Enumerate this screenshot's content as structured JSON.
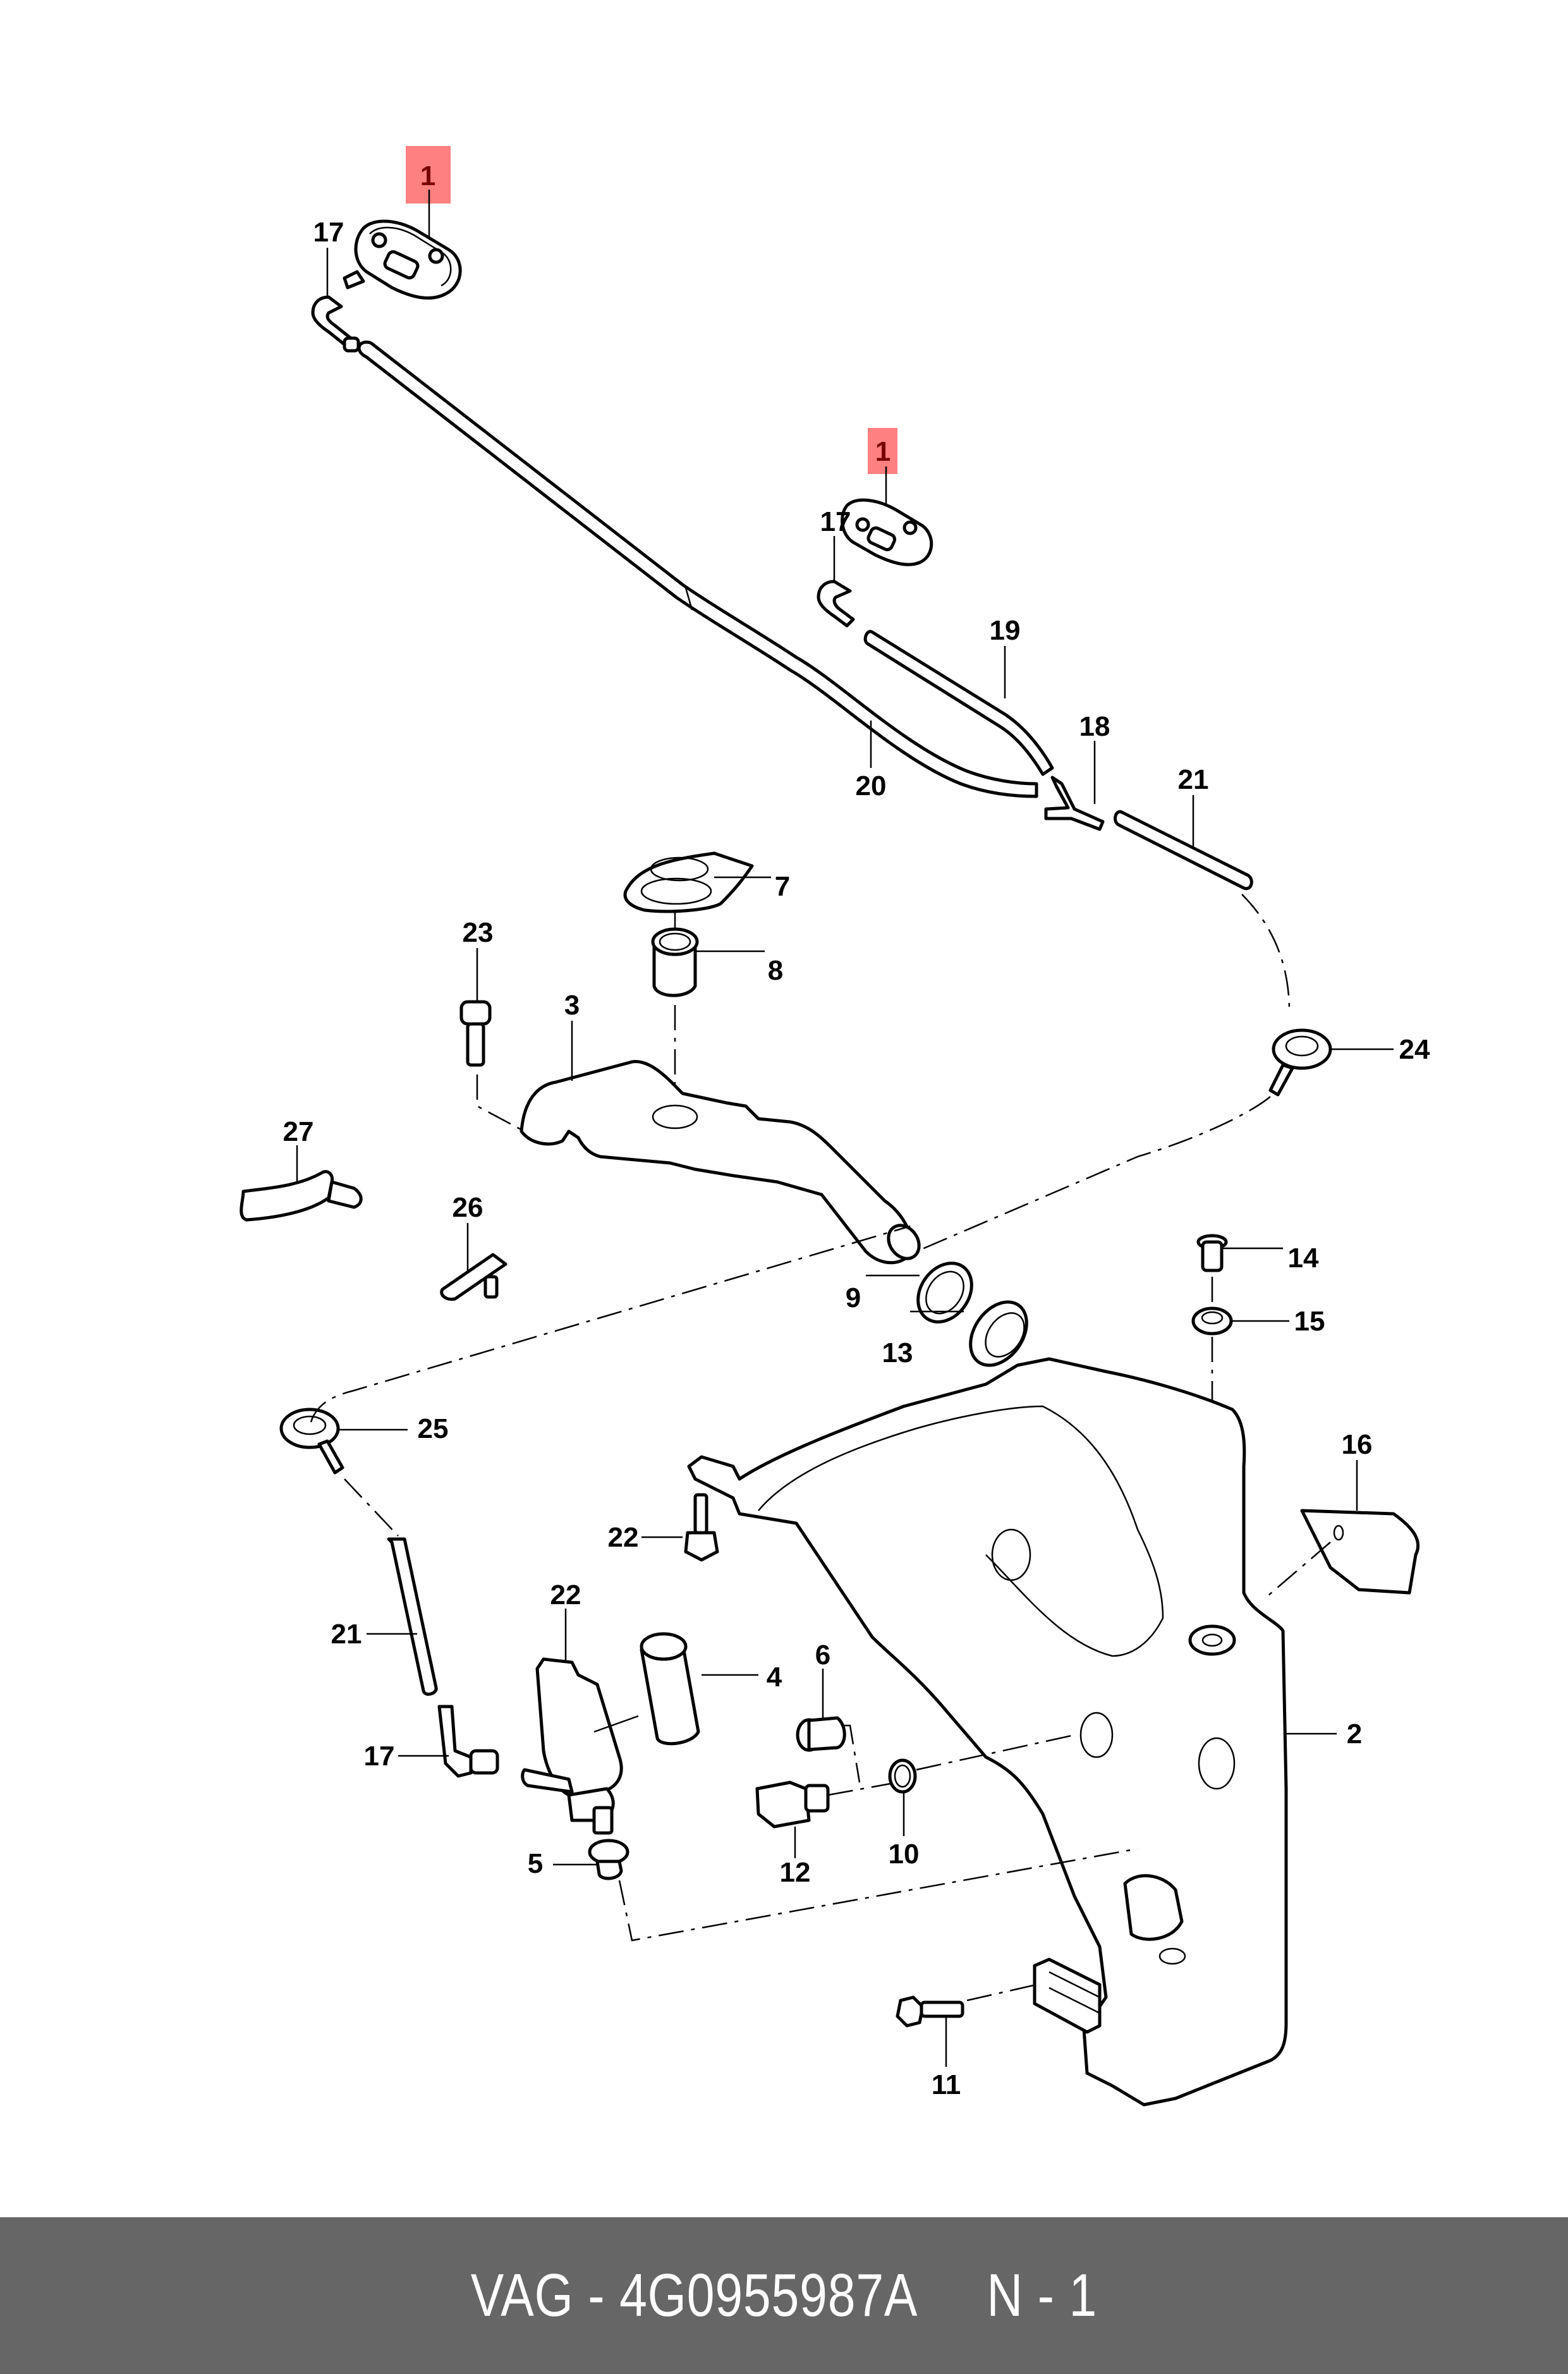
{
  "diagram": {
    "title": "Windshield washer system exploded view",
    "highlight_color": "#ff8080",
    "highlight_text_color": "#7a0000",
    "callouts": [
      {
        "id": "c1a",
        "label": "1",
        "highlighted": true
      },
      {
        "id": "c1b",
        "label": "1",
        "highlighted": true
      },
      {
        "id": "c17a",
        "label": "17"
      },
      {
        "id": "c17b",
        "label": "17"
      },
      {
        "id": "c17c",
        "label": "17"
      },
      {
        "id": "c19",
        "label": "19"
      },
      {
        "id": "c18",
        "label": "18"
      },
      {
        "id": "c20",
        "label": "20"
      },
      {
        "id": "c21a",
        "label": "21"
      },
      {
        "id": "c21b",
        "label": "21"
      },
      {
        "id": "c7",
        "label": "7"
      },
      {
        "id": "c8",
        "label": "8"
      },
      {
        "id": "c23",
        "label": "23"
      },
      {
        "id": "c3",
        "label": "3"
      },
      {
        "id": "c24",
        "label": "24"
      },
      {
        "id": "c27",
        "label": "27"
      },
      {
        "id": "c26",
        "label": "26"
      },
      {
        "id": "c9",
        "label": "9"
      },
      {
        "id": "c13",
        "label": "13"
      },
      {
        "id": "c14",
        "label": "14"
      },
      {
        "id": "c15",
        "label": "15"
      },
      {
        "id": "c25",
        "label": "25"
      },
      {
        "id": "c16",
        "label": "16"
      },
      {
        "id": "c22a",
        "label": "22"
      },
      {
        "id": "c22b",
        "label": "22"
      },
      {
        "id": "c4",
        "label": "4"
      },
      {
        "id": "c6",
        "label": "6"
      },
      {
        "id": "c11",
        "label": "11"
      },
      {
        "id": "c2",
        "label": "2"
      },
      {
        "id": "c12",
        "label": "12"
      },
      {
        "id": "c10",
        "label": "10"
      },
      {
        "id": "c5",
        "label": "5"
      }
    ]
  },
  "footer": {
    "text": "VAG - 4G0955987A     N - 1",
    "background": "#666666"
  }
}
